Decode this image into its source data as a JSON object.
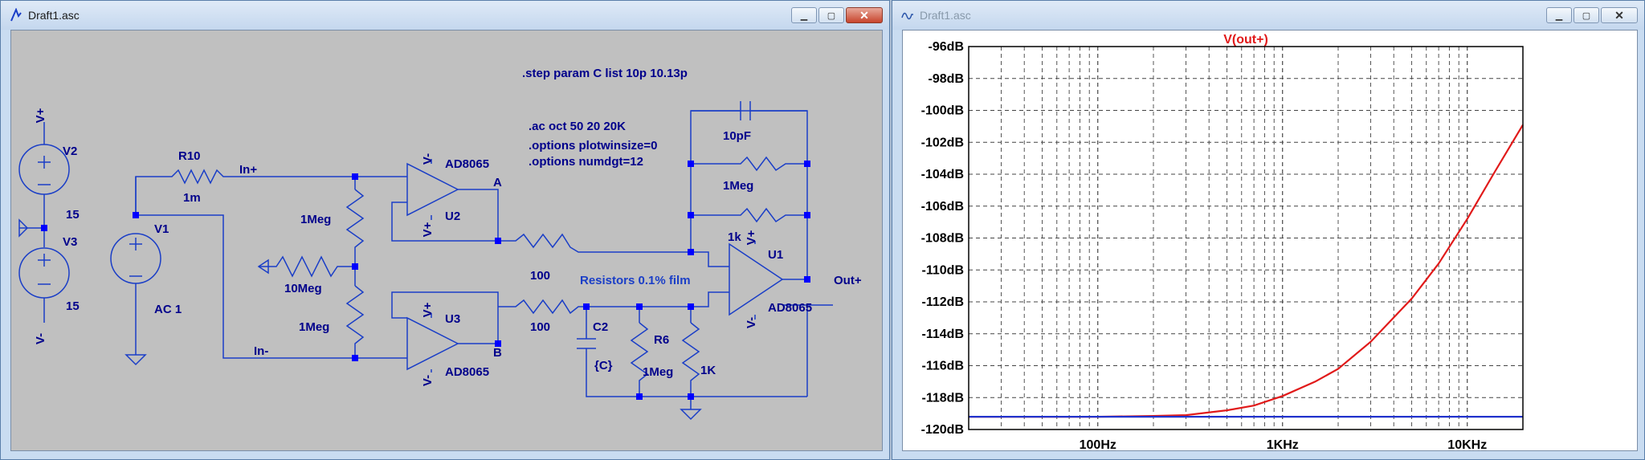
{
  "schematic_window": {
    "title": "Draft1.asc",
    "icons": {
      "app": "ltspice-icon",
      "minimize": "minimize-icon",
      "maximize": "maximize-icon",
      "close": "close-icon"
    },
    "directives": {
      "step": ".step param C list 10p 10.13p",
      "ac": ".ac oct 50 20 20K",
      "opt1": ".options plotwinsize=0",
      "opt2": ".options numdgt=12",
      "note": "Resistors 0.1% film"
    },
    "labels": {
      "v2_plus": "V+",
      "v2": "V2",
      "v2_val": "15",
      "v3": "V3",
      "v3_val": "15",
      "v3_minus": "V-",
      "v1": "V1",
      "v1_val": "AC 1",
      "r10": "R10",
      "r10_val": "1m",
      "in_plus": "In+",
      "in_minus": "In-",
      "r_top": "1Meg",
      "r_gnd": "10Meg",
      "r_bot": "1Meg",
      "u2": "U2",
      "u2_part": "AD8065",
      "u2_vm": "V-",
      "u2_vp": "V+",
      "u3": "U3",
      "u3_part": "AD8065",
      "u3_vp": "V+",
      "u3_vm": "V-",
      "node_a": "A",
      "node_b": "B",
      "r_a": "100",
      "r_b": "100",
      "cap_fb": "10pF",
      "r_fb1": "1Meg",
      "r_fb2": "1k",
      "u1": "U1",
      "u1_part": "AD8065",
      "u1_vp": "V+",
      "u1_vm": "V-",
      "out": "Out+",
      "c2": "C2",
      "c2_val": "{C}",
      "r6": "R6",
      "r6_val": "1Meg",
      "r_1k": "1K"
    },
    "colors": {
      "wire": "#1a3ec7",
      "net": "#00008b",
      "node": "#0000ff",
      "note": "#1a3ec7",
      "background": "#c0c0c0"
    }
  },
  "plot_window": {
    "title": "Draft1.asc",
    "icons": {
      "app": "waveform-icon",
      "minimize": "minimize-icon",
      "maximize": "maximize-icon",
      "close": "close-icon"
    }
  },
  "chart_data": {
    "type": "line",
    "title": "V(out+)",
    "x_scale": "log",
    "xlim": [
      20,
      20000
    ],
    "ylim": [
      -120,
      -96
    ],
    "x_tick_labels": [
      {
        "value": 100,
        "label": "100Hz"
      },
      {
        "value": 1000,
        "label": "1KHz"
      },
      {
        "value": 10000,
        "label": "10KHz"
      }
    ],
    "y_tick_labels": [
      {
        "value": -96,
        "label": "-96dB"
      },
      {
        "value": -98,
        "label": "-98dB"
      },
      {
        "value": -100,
        "label": "-100dB"
      },
      {
        "value": -102,
        "label": "-102dB"
      },
      {
        "value": -104,
        "label": "-104dB"
      },
      {
        "value": -106,
        "label": "-106dB"
      },
      {
        "value": -108,
        "label": "-108dB"
      },
      {
        "value": -110,
        "label": "-110dB"
      },
      {
        "value": -112,
        "label": "-112dB"
      },
      {
        "value": -114,
        "label": "-114dB"
      },
      {
        "value": -116,
        "label": "-116dB"
      },
      {
        "value": -118,
        "label": "-118dB"
      },
      {
        "value": -120,
        "label": "-120dB"
      }
    ],
    "grid": true,
    "series": [
      {
        "color": "#e11a1a",
        "x": [
          20,
          50,
          100,
          200,
          300,
          500,
          700,
          1000,
          1500,
          2000,
          3000,
          5000,
          7000,
          10000,
          14000,
          20000
        ],
        "y": [
          -119.2,
          -119.2,
          -119.2,
          -119.15,
          -119.1,
          -118.8,
          -118.5,
          -117.9,
          -117.0,
          -116.2,
          -114.5,
          -111.8,
          -109.6,
          -106.8,
          -103.9,
          -100.9
        ]
      },
      {
        "color": "#2233cc",
        "x": [
          20,
          20000
        ],
        "y": [
          -119.2,
          -119.2
        ]
      }
    ]
  }
}
